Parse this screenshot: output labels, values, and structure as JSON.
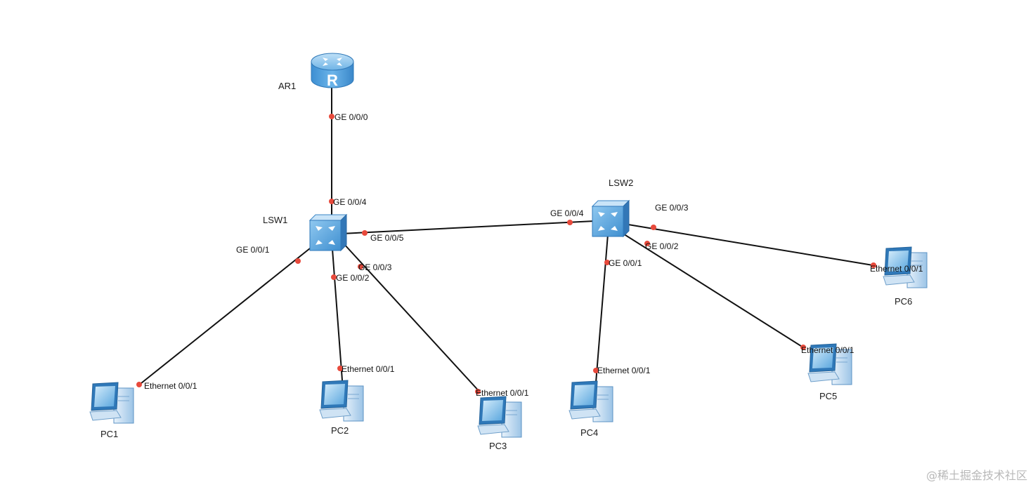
{
  "nodes": {
    "ar1": "AR1",
    "lsw1": "LSW1",
    "lsw2": "LSW2",
    "pc1": "PC1",
    "pc2": "PC2",
    "pc3": "PC3",
    "pc4": "PC4",
    "pc5": "PC5",
    "pc6": "PC6",
    "router_glyph": "R"
  },
  "ports": {
    "ar1_ge000": "GE 0/0/0",
    "lsw1_ge004": "GE 0/0/4",
    "lsw1_ge005": "GE 0/0/5",
    "lsw1_ge001": "GE 0/0/1",
    "lsw1_ge002": "GE 0/0/2",
    "lsw1_ge003": "GE 0/0/3",
    "lsw2_ge004": "GE 0/0/4",
    "lsw2_ge003": "GE 0/0/3",
    "lsw2_ge002": "GE 0/0/2",
    "lsw2_ge001": "GE 0/0/1",
    "pc1_eth": "Ethernet 0/0/1",
    "pc2_eth": "Ethernet 0/0/1",
    "pc3_eth": "Ethernet 0/0/1",
    "pc4_eth": "Ethernet 0/0/1",
    "pc5_eth": "Ethernet 0/0/1",
    "pc6_eth": "Ethernet 0/0/1"
  },
  "watermark": "@稀土掘金技术社区"
}
